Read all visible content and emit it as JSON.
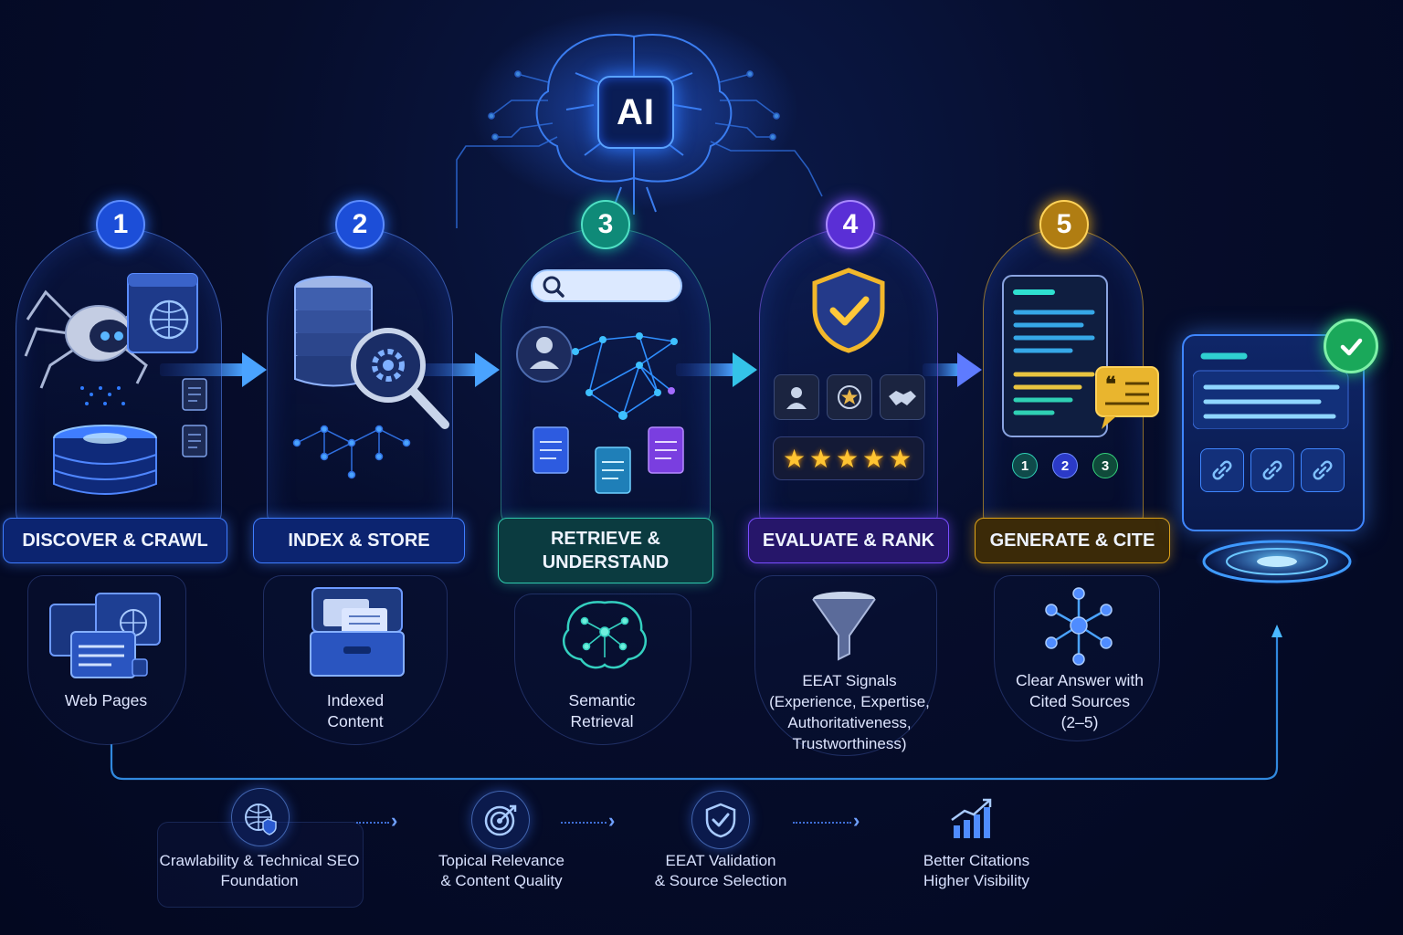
{
  "center": {
    "badge": "AI"
  },
  "stages": [
    {
      "number": "1",
      "label": "DISCOVER & CRAWL",
      "sub": "Web Pages",
      "accent": "#2a6cf0"
    },
    {
      "number": "2",
      "label": "INDEX & STORE",
      "sub_line1": "Indexed",
      "sub_line2": "Content",
      "accent": "#2a6cf0"
    },
    {
      "number": "3",
      "label_line1": "RETRIEVE &",
      "label_line2": "UNDERSTAND",
      "sub_line1": "Semantic",
      "sub_line2": "Retrieval",
      "accent": "#18b39b"
    },
    {
      "number": "4",
      "label": "EVALUATE & RANK",
      "sub_lines": [
        "EEAT Signals",
        "(Experience, Expertise,",
        "Authoritativeness,",
        "Trustworthiness)"
      ],
      "accent": "#7a4dff"
    },
    {
      "number": "5",
      "label": "GENERATE & CITE",
      "sub_lines": [
        "Clear Answer with",
        "Cited Sources",
        "(2–5)"
      ],
      "accent": "#e0a419"
    }
  ],
  "citations": [
    "1",
    "2",
    "3"
  ],
  "outcomes": [
    {
      "line1": "Crawlability & Technical SEO",
      "line2": "Foundation",
      "icon": "globe-shield-icon"
    },
    {
      "line1": "Topical Relevance",
      "line2": "& Content Quality",
      "icon": "target-icon"
    },
    {
      "line1": "EEAT Validation",
      "line2": "& Source Selection",
      "icon": "shield-check-icon"
    },
    {
      "line1": "Better Citations",
      "line2": "Higher Visibility",
      "icon": "growth-chart-icon"
    }
  ],
  "colors": {
    "blue": "#2a6cf0",
    "teal": "#18b39b",
    "purple": "#7a4dff",
    "gold": "#e0a419",
    "success": "#1fbf6a"
  }
}
